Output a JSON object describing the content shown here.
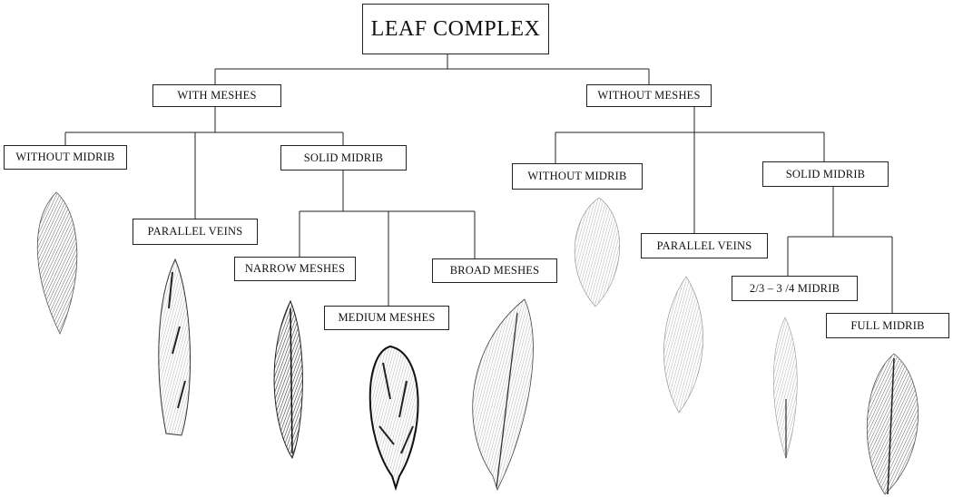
{
  "title": "LEAF COMPLEX",
  "level1": {
    "with_meshes": "WITH MESHES",
    "without_meshes": "WITHOUT MESHES"
  },
  "with_meshes": {
    "without_midrib": "WITHOUT MIDRIB",
    "parallel_veins": "PARALLEL VEINS",
    "solid_midrib": "SOLID MIDRIB",
    "narrow_meshes": "NARROW MESHES",
    "medium_meshes": "MEDIUM MESHES",
    "broad_meshes": "BROAD MESHES"
  },
  "without_meshes": {
    "without_midrib": "WITHOUT MIDRIB",
    "parallel_veins": "PARALLEL VEINS",
    "solid_midrib": "SOLID MIDRIB",
    "partial_midrib": "2/3 – 3 /4 MIDRIB",
    "full_midrib": "FULL MIDRIB"
  },
  "colors": {
    "line": "#222222",
    "leaf_dark": "#2a2a2a",
    "leaf_light": "#9a9a9a"
  }
}
